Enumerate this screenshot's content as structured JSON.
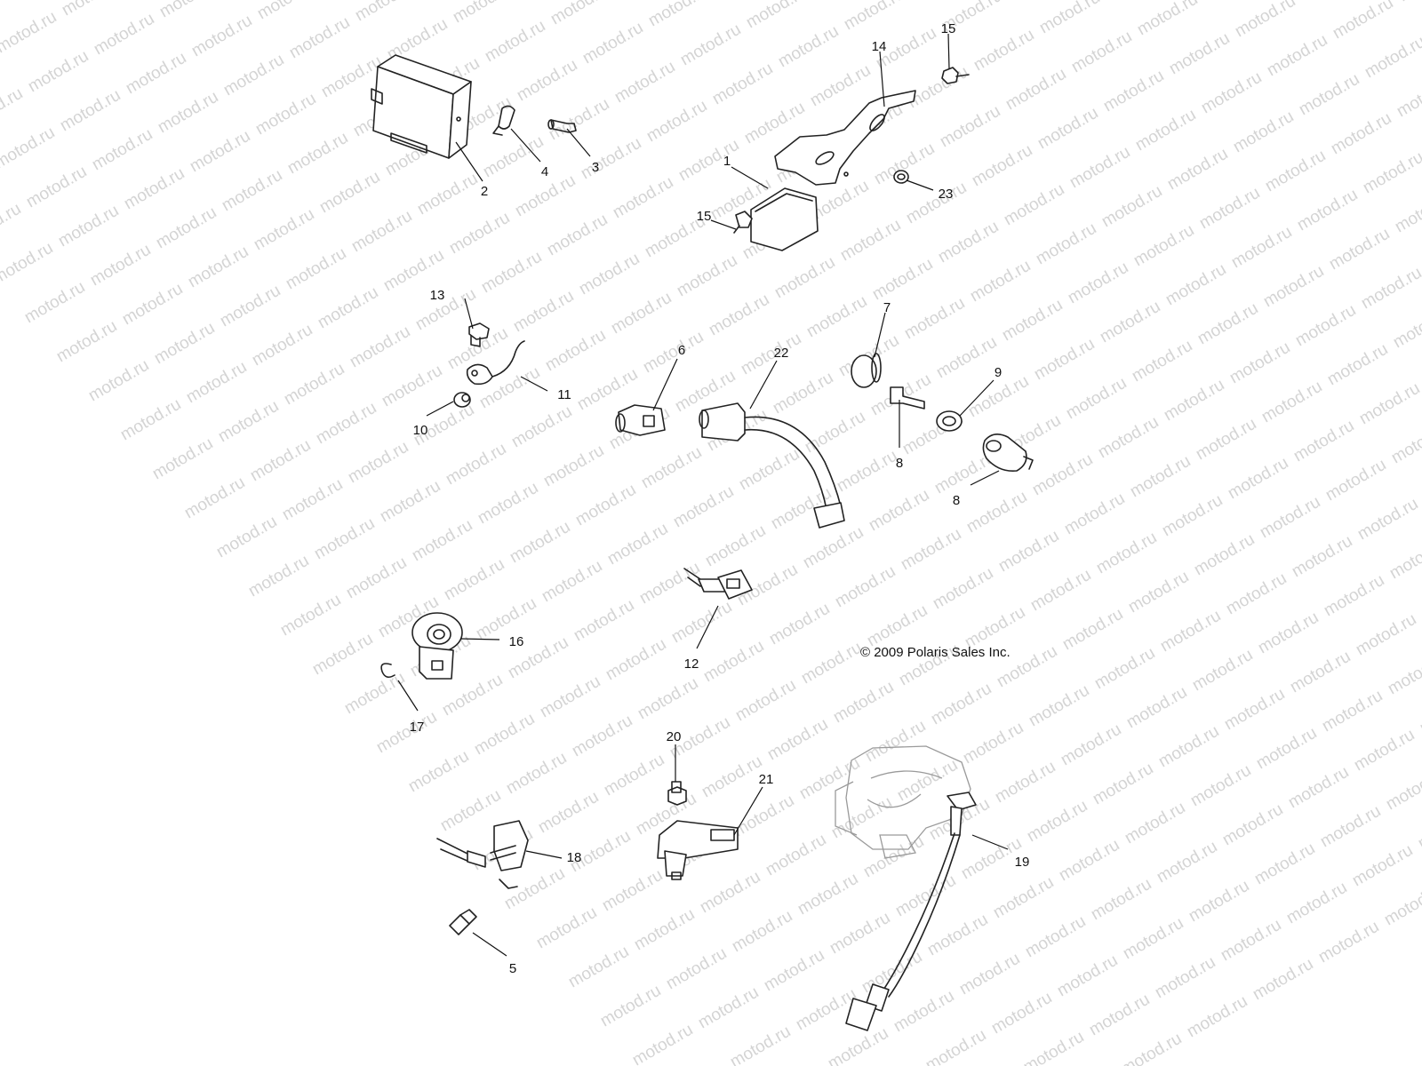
{
  "watermark": "motod.ru",
  "copyright": "© 2009 Polaris Sales Inc.",
  "callouts": [
    {
      "id": "c2",
      "label": "2"
    },
    {
      "id": "c4",
      "label": "4"
    },
    {
      "id": "c3",
      "label": "3"
    },
    {
      "id": "c14",
      "label": "14"
    },
    {
      "id": "c15a",
      "label": "15"
    },
    {
      "id": "c1",
      "label": "1"
    },
    {
      "id": "c23",
      "label": "23"
    },
    {
      "id": "c15b",
      "label": "15"
    },
    {
      "id": "c13",
      "label": "13"
    },
    {
      "id": "c11",
      "label": "11"
    },
    {
      "id": "c10",
      "label": "10"
    },
    {
      "id": "c6",
      "label": "6"
    },
    {
      "id": "c22",
      "label": "22"
    },
    {
      "id": "c7",
      "label": "7"
    },
    {
      "id": "c9",
      "label": "9"
    },
    {
      "id": "c8a",
      "label": "8"
    },
    {
      "id": "c8b",
      "label": "8"
    },
    {
      "id": "c12",
      "label": "12"
    },
    {
      "id": "c16",
      "label": "16"
    },
    {
      "id": "c17",
      "label": "17"
    },
    {
      "id": "c20",
      "label": "20"
    },
    {
      "id": "c21",
      "label": "21"
    },
    {
      "id": "c18",
      "label": "18"
    },
    {
      "id": "c19",
      "label": "19"
    },
    {
      "id": "c5",
      "label": "5"
    }
  ]
}
